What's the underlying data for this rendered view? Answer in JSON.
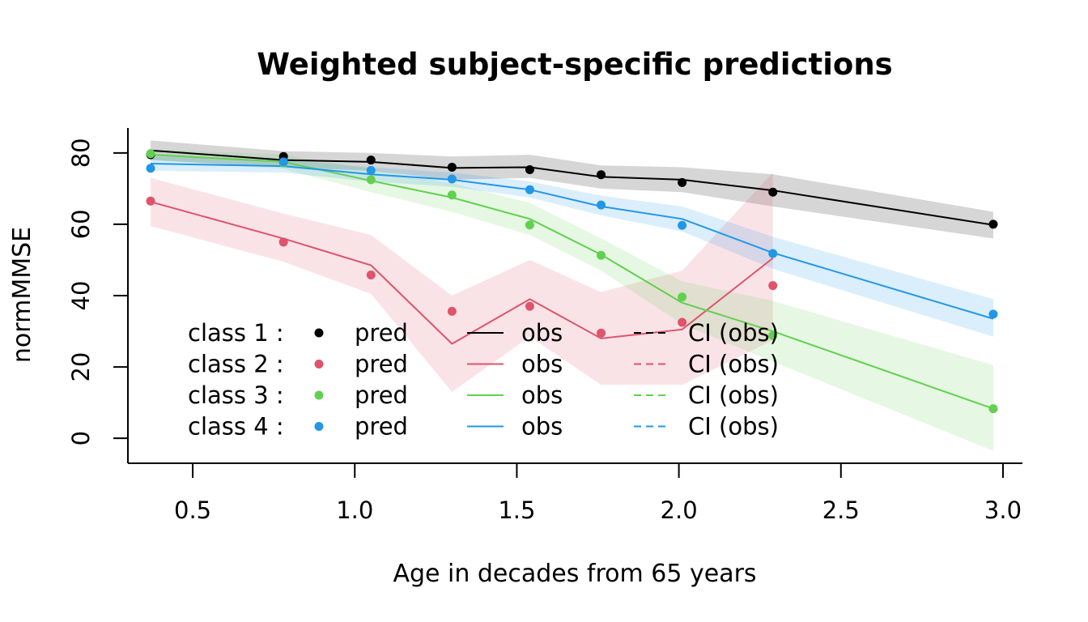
{
  "chart_data": {
    "type": "line",
    "title": "Weighted subject-specific predictions",
    "xlabel": "Age in decades from 65 years",
    "ylabel": "normMMSE",
    "xlim": [
      0.3,
      3.06
    ],
    "ylim": [
      -7,
      87
    ],
    "x_ticks": [
      0.5,
      1.0,
      1.5,
      2.0,
      2.5,
      3.0
    ],
    "x_tick_labels": [
      "0.5",
      "1.0",
      "1.5",
      "2.0",
      "2.5",
      "3.0"
    ],
    "y_ticks": [
      0,
      20,
      40,
      60,
      80
    ],
    "y_tick_labels": [
      "0",
      "20",
      "40",
      "60",
      "80"
    ],
    "grid": false,
    "legend_position": "bottom-left (inside plot)",
    "legend": {
      "rows": [
        {
          "class_label": "class 1 :",
          "pred": "pred",
          "obs": "obs",
          "ci": "CI (obs)",
          "color": "#000000"
        },
        {
          "class_label": "class 2 :",
          "pred": "pred",
          "obs": "obs",
          "ci": "CI (obs)",
          "color": "#DF536B"
        },
        {
          "class_label": "class 3 :",
          "pred": "pred",
          "obs": "obs",
          "ci": "CI (obs)",
          "color": "#61D04F"
        },
        {
          "class_label": "class 4 :",
          "pred": "pred",
          "obs": "obs",
          "ci": "CI (obs)",
          "color": "#2297E6"
        }
      ]
    },
    "series": [
      {
        "color": "#000000",
        "band_color": "rgba(0,0,0,0.16)",
        "x": [
          0.37,
          0.78,
          1.05,
          1.3,
          1.54,
          1.76,
          2.01,
          2.29,
          2.97
        ],
        "pred": [
          79.5,
          79.0,
          78.0,
          76.0,
          75.3,
          73.9,
          71.7,
          69.0,
          60.0
        ],
        "obs": [
          80.7,
          78.0,
          77.5,
          75.8,
          76.0,
          73.3,
          72.5,
          69.5,
          59.8
        ],
        "ci_lower": [
          78.0,
          76.0,
          75.0,
          72.5,
          73.0,
          70.0,
          69.0,
          65.0,
          56.0
        ],
        "ci_upper": [
          83.5,
          80.5,
          80.0,
          79.0,
          79.5,
          76.5,
          76.0,
          74.0,
          63.5
        ]
      },
      {
        "color": "#DF536B",
        "band_color": "rgba(223,83,107,0.16)",
        "x": [
          0.37,
          0.78,
          1.05,
          1.3,
          1.54,
          1.76,
          2.01,
          2.29
        ],
        "pred": [
          66.5,
          55.0,
          45.8,
          35.6,
          37.0,
          29.5,
          32.5,
          42.8
        ],
        "obs": [
          66.3,
          56.0,
          48.5,
          26.5,
          39.0,
          28.0,
          30.5,
          50.5
        ],
        "ci_lower": [
          59.5,
          49.5,
          40.5,
          13.0,
          28.5,
          15.0,
          15.0,
          27.5
        ],
        "ci_upper": [
          73.0,
          63.0,
          57.0,
          40.0,
          50.0,
          41.0,
          47.0,
          74.5
        ]
      },
      {
        "color": "#61D04F",
        "band_color": "rgba(97,208,79,0.16)",
        "x": [
          0.37,
          0.78,
          1.05,
          1.3,
          1.54,
          1.76,
          2.01,
          2.29,
          2.97
        ],
        "pred": [
          79.8,
          77.2,
          72.5,
          68.2,
          59.8,
          51.3,
          39.6,
          28.8,
          8.3
        ],
        "obs": [
          79.5,
          77.5,
          72.2,
          67.5,
          61.5,
          51.5,
          38.0,
          30.0,
          8.3
        ],
        "ci_lower": [
          78.0,
          75.5,
          69.0,
          63.5,
          57.0,
          47.0,
          32.0,
          21.5,
          -3.5
        ],
        "ci_upper": [
          81.0,
          79.5,
          75.5,
          71.5,
          66.0,
          56.0,
          44.0,
          38.5,
          20.5
        ]
      },
      {
        "color": "#2297E6",
        "band_color": "rgba(34,151,230,0.16)",
        "x": [
          0.37,
          0.78,
          1.05,
          1.3,
          1.54,
          1.76,
          2.01,
          2.29,
          2.97
        ],
        "pred": [
          75.7,
          77.5,
          75.1,
          72.7,
          69.7,
          65.4,
          59.7,
          51.8,
          34.8
        ],
        "obs": [
          77.0,
          76.3,
          74.0,
          72.5,
          69.7,
          65.0,
          61.5,
          52.0,
          33.5
        ],
        "ci_lower": [
          75.0,
          74.5,
          72.0,
          70.5,
          67.5,
          62.5,
          58.0,
          47.5,
          28.5
        ],
        "ci_upper": [
          79.0,
          78.0,
          76.0,
          74.5,
          72.0,
          68.0,
          65.0,
          56.5,
          39.0
        ]
      }
    ]
  }
}
